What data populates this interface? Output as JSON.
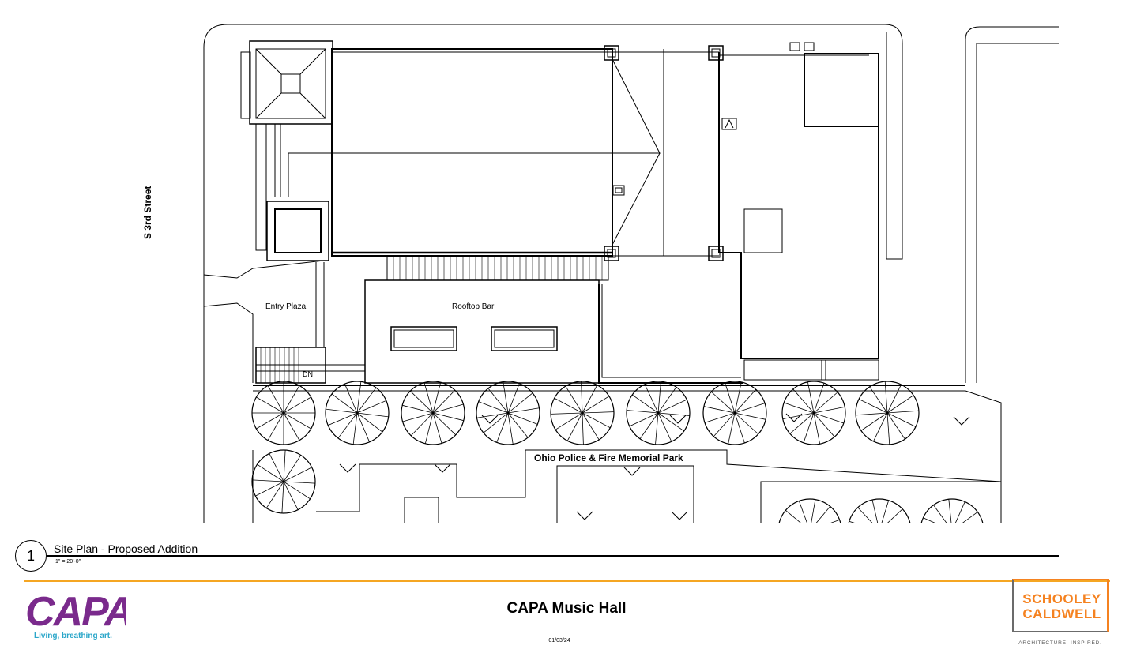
{
  "plan": {
    "street_label": "S 3rd Street",
    "entry_plaza": "Entry Plaza",
    "rooftop_bar": "Rooftop Bar",
    "stair_dn": "DN",
    "park_label": "Ohio Police & Fire Memorial Park"
  },
  "title_block": {
    "sheet_number": "1",
    "sheet_title": "Site Plan - Proposed Addition",
    "scale": "1\" = 20'-0\"",
    "project_title": "CAPA Music Hall",
    "date": "01/03/24"
  },
  "logos": {
    "capa_text": "CAPA",
    "capa_tagline": "Living, breathing art.",
    "capa_color": "#7a2a8c",
    "capa_tag_color": "#2aa6c9",
    "firm_line1": "SCHOOLEY",
    "firm_line2": "CALDWELL",
    "firm_tagline": "ARCHITECTURE. INSPIRED.",
    "firm_color": "#f58220"
  },
  "colors": {
    "accent_rule": "#f5a623",
    "linework": "#000000"
  }
}
